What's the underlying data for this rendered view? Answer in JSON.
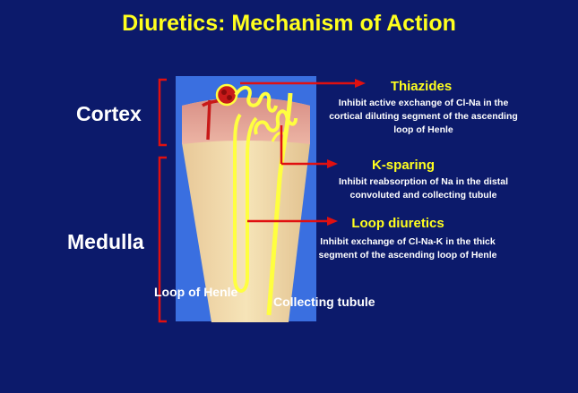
{
  "title": "Diuretics: Mechanism of Action",
  "regions": {
    "cortex": "Cortex",
    "medulla": "Medulla"
  },
  "drugs": [
    {
      "name": "Thiazides",
      "desc": "Inhibit active exchange of Cl-Na in the cortical diluting segment of the ascending loop of Henle"
    },
    {
      "name": "K-sparing",
      "desc": "Inhibit reabsorption of Na in the distal convoluted and collecting tubule"
    },
    {
      "name": "Loop diuretics",
      "desc": "Inhibit exchange of Cl-Na-K in the thick segment of the ascending loop of Henle"
    }
  ],
  "structures": {
    "loop": "Loop of Henle",
    "collecting": "Collecting tubule"
  },
  "colors": {
    "background": "#0c1a6b",
    "title": "#ffff1e",
    "arrow": "#e01010",
    "tubule": "#ffff40",
    "cortex_band": "#e8a89a",
    "medulla_tissue": "#f2dfb0",
    "panel_blue": "#3a6fe0"
  }
}
